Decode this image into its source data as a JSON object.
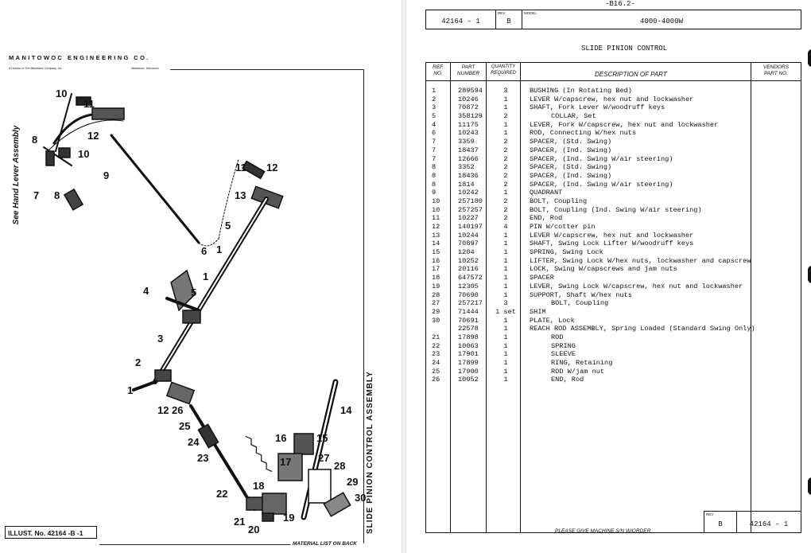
{
  "left": {
    "company": "MANITOWOC ENGINEERING CO.",
    "division": "A Division of The Manitowoc Company, Inc.",
    "location": "Manitowoc, Wisconsin",
    "side_label": "See Hand Lever Assembly",
    "assembly_title": "SLIDE PINION CONTROL ASSEMBLY",
    "illus_label": "ILLUST. No. 42164 -B -1",
    "material_note": "MATERIAL LIST ON BACK",
    "callouts": [
      "10",
      "11",
      "12",
      "9",
      "8",
      "7",
      "11",
      "12",
      "13",
      "5",
      "6",
      "1",
      "4",
      "5",
      "3",
      "2",
      "1",
      "12",
      "26",
      "25",
      "24",
      "23",
      "22",
      "21",
      "20",
      "19",
      "18",
      "17",
      "16",
      "15",
      "14",
      "27",
      "28",
      "29",
      "30",
      "7",
      "8"
    ]
  },
  "right": {
    "page_number": "-B16.2-",
    "header": {
      "doc_number": "42164 - 1",
      "rev_label": "REV.",
      "rev": "B",
      "model_label": "MODEL",
      "model": "4000-4000W"
    },
    "title": "SLIDE PINION CONTROL",
    "columns": {
      "ref_line1": "REF.",
      "ref_line2": "NO.",
      "part_line1": "PART",
      "part_line2": "NUMBER",
      "qty_line1": "QUANTITY",
      "qty_line2": "REQUIRED",
      "desc": "DESCRIPTION OF PART",
      "vendor_line1": "VENDORS",
      "vendor_line2": "PART NO."
    },
    "rows": [
      {
        "ref": "1",
        "part": "289594",
        "qty": "3",
        "desc": "BUSHING (In Rotating Bed)",
        "indent": false
      },
      {
        "ref": "2",
        "part": "10246",
        "qty": "1",
        "desc": "LEVER W/capscrew, hex nut and lockwasher",
        "indent": false
      },
      {
        "ref": "3",
        "part": "70872",
        "qty": "1",
        "desc": "SHAFT, Fork Lever W/woodruff keys",
        "indent": false
      },
      {
        "ref": "5",
        "part": "358129",
        "qty": "2",
        "desc": "COLLAR, Set",
        "indent": true
      },
      {
        "ref": "4",
        "part": "11175",
        "qty": "1",
        "desc": "LEVER, Fork W/capscrew, hex nut and lockwasher",
        "indent": false
      },
      {
        "ref": "6",
        "part": "10243",
        "qty": "1",
        "desc": "ROD, Connecting W/hex nuts",
        "indent": false
      },
      {
        "ref": "7",
        "part": "3359",
        "qty": "2",
        "desc": "SPACER, (Std. Swing)",
        "indent": false
      },
      {
        "ref": "7",
        "part": "18437",
        "qty": "2",
        "desc": "SPACER, (Ind. Swing)",
        "indent": false
      },
      {
        "ref": "7",
        "part": "12666",
        "qty": "2",
        "desc": "SPACER, (Ind. Swing W/air steering)",
        "indent": false
      },
      {
        "ref": "8",
        "part": "3352",
        "qty": "2",
        "desc": "SPACER, (Std. Swing)",
        "indent": false
      },
      {
        "ref": "8",
        "part": "18436",
        "qty": "2",
        "desc": "SPACER, (Ind. Swing)",
        "indent": false
      },
      {
        "ref": "8",
        "part": "1814",
        "qty": "2",
        "desc": "SPACER, (Ind. Swing W/air steering)",
        "indent": false
      },
      {
        "ref": "9",
        "part": "10242",
        "qty": "1",
        "desc": "QUADRANT",
        "indent": false
      },
      {
        "ref": "10",
        "part": "257180",
        "qty": "2",
        "desc": "BOLT, Coupling",
        "indent": false
      },
      {
        "ref": "10",
        "part": "257257",
        "qty": "2",
        "desc": "BOLT, Coupling (Ind. Swing W/air steering)",
        "indent": false
      },
      {
        "ref": "11",
        "part": "10227",
        "qty": "2",
        "desc": "END, Rod",
        "indent": false
      },
      {
        "ref": "12",
        "part": "140197",
        "qty": "4",
        "desc": "PIN W/cotter pin",
        "indent": false
      },
      {
        "ref": "13",
        "part": "10244",
        "qty": "1",
        "desc": "LEVER W/capscrew, hex nut and lockwasher",
        "indent": false
      },
      {
        "ref": "14",
        "part": "70897",
        "qty": "1",
        "desc": "SHAFT, Swing Lock Lifter W/woodruff keys",
        "indent": false
      },
      {
        "ref": "15",
        "part": "1204",
        "qty": "1",
        "desc": "SPRING, Swing Lock",
        "indent": false
      },
      {
        "ref": "16",
        "part": "10252",
        "qty": "1",
        "desc": "LIFTER, Swing Lock W/hex nuts, lockwasher and capscrew",
        "indent": false
      },
      {
        "ref": "17",
        "part": "20116",
        "qty": "1",
        "desc": "LOCK, Swing W/capscrews and jam nuts",
        "indent": false
      },
      {
        "ref": "18",
        "part": "647572",
        "qty": "1",
        "desc": "SPACER",
        "indent": false
      },
      {
        "ref": "19",
        "part": "12305",
        "qty": "1",
        "desc": "LEVER, Swing Lock W/capscrew, hex nut and lockwasher",
        "indent": false
      },
      {
        "ref": "28",
        "part": "70690",
        "qty": "1",
        "desc": "SUPPORT, Shaft W/hex nuts",
        "indent": false
      },
      {
        "ref": "27",
        "part": "257217",
        "qty": "3",
        "desc": "BOLT, Coupling",
        "indent": true
      },
      {
        "ref": "29",
        "part": "71444",
        "qty": "1 set",
        "desc": "SHIM",
        "indent": false
      },
      {
        "ref": "30",
        "part": "70691",
        "qty": "1",
        "desc": "PLATE, Lock",
        "indent": false
      },
      {
        "ref": "",
        "part": "22578",
        "qty": "1",
        "desc": "REACH ROD ASSEMBLY, Spring Loaded (Standard Swing Only)",
        "indent": false
      },
      {
        "ref": "21",
        "part": "17898",
        "qty": "1",
        "desc": "ROD",
        "indent": true
      },
      {
        "ref": "22",
        "part": "10063",
        "qty": "1",
        "desc": "SPRING",
        "indent": true
      },
      {
        "ref": "23",
        "part": "17901",
        "qty": "1",
        "desc": "SLEEVE",
        "indent": true
      },
      {
        "ref": "24",
        "part": "17899",
        "qty": "1",
        "desc": "RING, Retaining",
        "indent": true
      },
      {
        "ref": "25",
        "part": "17900",
        "qty": "1",
        "desc": "ROD W/jam nut",
        "indent": true
      },
      {
        "ref": "26",
        "part": "10052",
        "qty": "1",
        "desc": "END, Rod",
        "indent": true
      }
    ],
    "footer": {
      "rev_label": "REV.",
      "rev": "B",
      "doc_number": "42164 - 1",
      "note": "PLEASE GIVE MACHINE S/N W/ORDER"
    }
  }
}
